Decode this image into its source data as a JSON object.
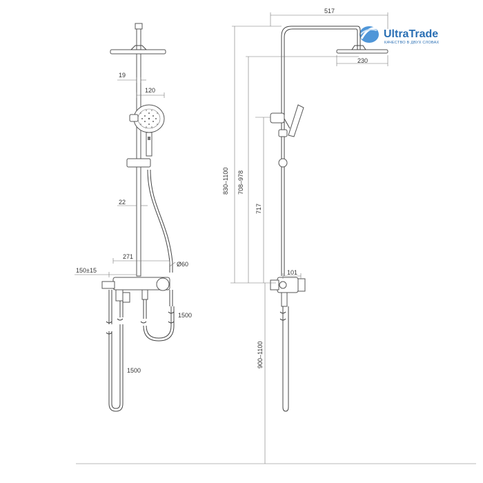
{
  "logo": {
    "title": "UltraTrade",
    "subtitle": "КАЧЕСТВО В ДВУХ СЛОВАХ",
    "color": "#2a6fb4"
  },
  "front_view": {
    "dims": {
      "d19": "19",
      "d120": "120",
      "d22": "22",
      "d271": "271",
      "d150": "150±15",
      "d60": "Ø60",
      "hose_right": "1500",
      "hose_left": "1500"
    }
  },
  "side_view": {
    "dims": {
      "d517": "517",
      "d230": "230",
      "d830": "830–1100",
      "d708": "708–978",
      "d717": "717",
      "d101": "101",
      "d900": "900–1100"
    }
  }
}
